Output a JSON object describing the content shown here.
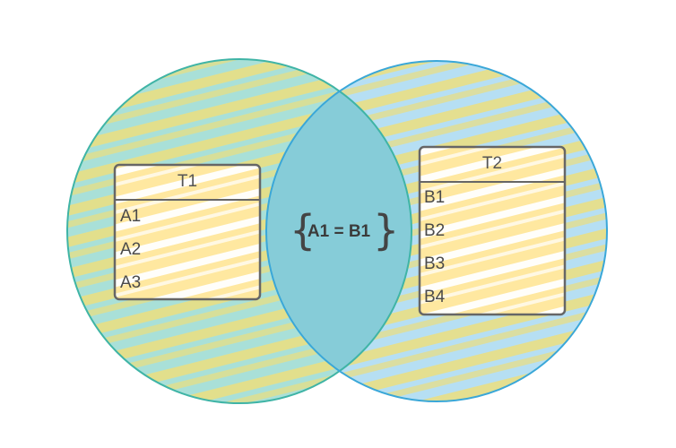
{
  "diagram": {
    "left_set": {
      "table_title": "T1",
      "rows": [
        "A1",
        "A2",
        "A3"
      ]
    },
    "right_set": {
      "table_title": "T2",
      "rows": [
        "B1",
        "B2",
        "B3",
        "B4"
      ]
    },
    "intersection": {
      "brace_open": "{",
      "condition": "A1 = B1",
      "brace_close": "}"
    },
    "colors": {
      "left_fill": "#a9e0d8",
      "left_stroke": "#3fb4a6",
      "right_fill": "#b6dff3",
      "right_stroke": "#3aa7d8",
      "intersection_fill": "#86ccd8",
      "hatch": "#ecdf7f",
      "table_fill": "#ffe79a",
      "table_stroke": "#666666"
    }
  }
}
